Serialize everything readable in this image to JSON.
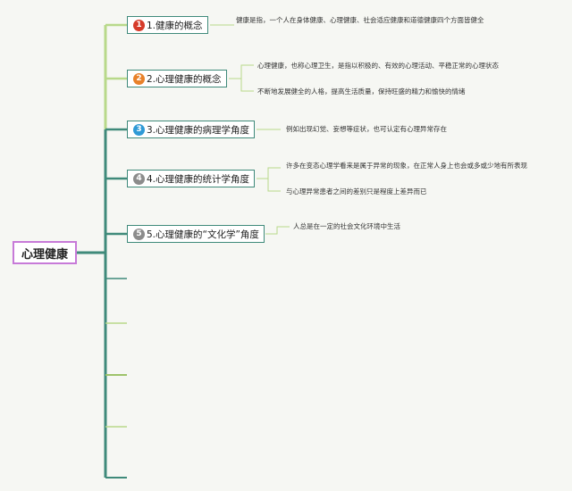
{
  "root": {
    "label": "心理健康"
  },
  "branches": [
    {
      "number": "1",
      "badge_color": "#d63b2a",
      "label": "1.健康的概念",
      "notes": [
        "健康是指，一个人在身体健康、心理健康、社会适应健康和道德健康四个方面皆健全"
      ]
    },
    {
      "number": "2",
      "badge_color": "#e8812a",
      "label": "2.心理健康的概念",
      "notes": [
        "心理健康，也称心理卫生，是指以积极的、有效的心理活动、平稳正常的心理状态",
        "不断地发展健全的人格，提高生活质量，保持旺盛的精力和愉快的情绪"
      ]
    },
    {
      "number": "3",
      "badge_color": "#2f9ad6",
      "label": "3.心理健康的病理学角度",
      "notes": [
        "例如出现幻觉、妄想等症状，也可认定有心理异常存在"
      ]
    },
    {
      "number": "4",
      "badge_color": "#8c8c8c",
      "label": "4.心理健康的统计学角度",
      "notes": [
        "许多在变态心理学看来是属于异常的现象，在正常人身上也会或多或少地有所表现",
        "与心理异常患者之间的差别只是程度上差异而已"
      ]
    },
    {
      "number": "5",
      "badge_color": "#8c8c8c",
      "label": "5.心理健康的“文化学”角度",
      "notes": [
        "人总是在一定的社会文化环境中生活"
      ]
    }
  ],
  "colors": {
    "trunk": "#3f8a7a",
    "light_branch": "#b8d98a",
    "node_border": "#3f8a7a",
    "root_border": "#c77ad8"
  }
}
